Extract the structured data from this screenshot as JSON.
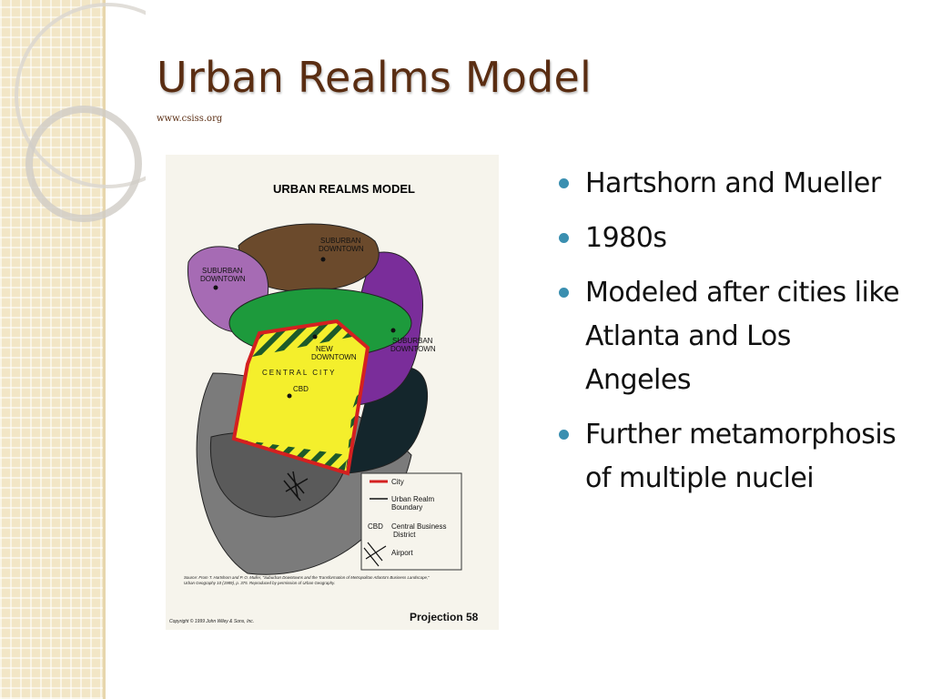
{
  "slide": {
    "title": "Urban Realms Model",
    "subtitle": "www.csiss.org"
  },
  "diagram": {
    "heading": "URBAN REALMS MODEL",
    "labels": {
      "suburban_top_line1": "SUBURBAN",
      "suburban_top_line2": "DOWNTOWN",
      "suburban_left_line1": "SUBURBAN",
      "suburban_left_line2": "DOWNTOWN",
      "suburban_right_line1": "SUBURBAN",
      "suburban_right_line2": "DOWNTOWN",
      "new_downtown_line1": "NEW",
      "new_downtown_line2": "DOWNTOWN",
      "central_city": "CENTRAL CITY",
      "cbd": "CBD"
    },
    "legend": {
      "city": "City",
      "boundary_line1": "Urban Realm",
      "boundary_line2": "Boundary",
      "cbd_abbr": "CBD",
      "cbd_line1": "Central Business",
      "cbd_line2": "District",
      "airport": "Airport"
    },
    "source_line1": "Source: From T. Hartshorn and P. O. Muller, \"Suburban Downtowns and the Transformation of Metropolitan Atlanta's Business Landscape,\"",
    "source_line2": "Urban Geography 10 (1989), p. 375. Reproduced by permission of Urban Geography.",
    "copyright": "Copyright © 1999 John Wiley & Sons, Inc.",
    "projection": "Projection 58",
    "colors": {
      "brown": "#6b4a2c",
      "purple_left": "#a66bb4",
      "purple_right": "#7a2d9a",
      "green": "#1d9a3c",
      "gray": "#7b7b7b",
      "dark_teal": "#14262c",
      "bottom_gray": "#5a5a5a",
      "yellow": "#f4ef2c",
      "city_red": "#d42020"
    }
  },
  "bullets": [
    {
      "text": "Hartshorn and Mueller"
    },
    {
      "text": "1980s"
    },
    {
      "text": "Modeled after cities like Atlanta and Los Angeles"
    },
    {
      "text": "Further metamorphosis of multiple nuclei"
    }
  ]
}
